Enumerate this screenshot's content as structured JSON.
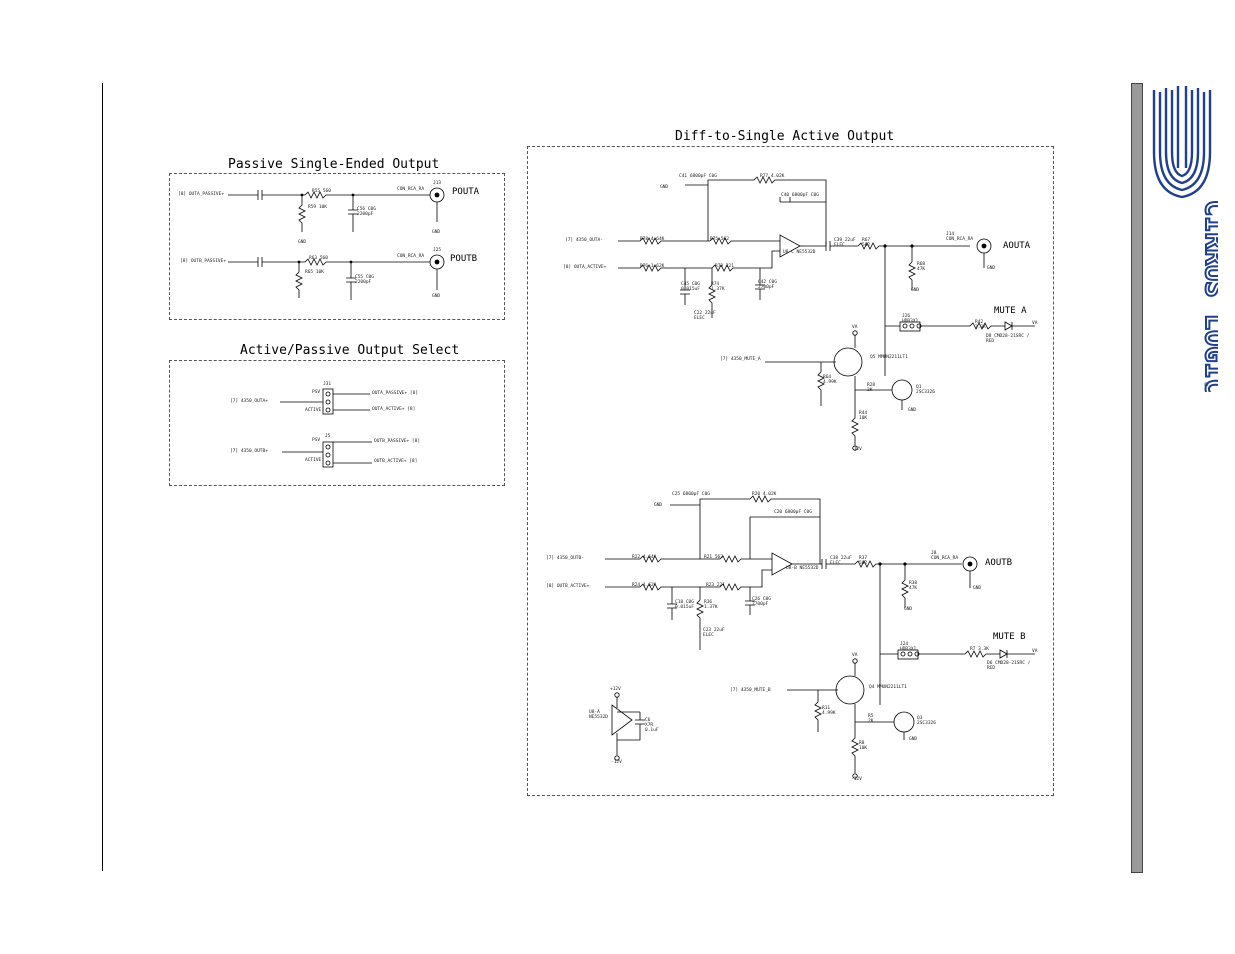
{
  "titles": {
    "passive": "Passive Single-Ended Output",
    "select": "Active/Passive Output Select",
    "active": "Diff-to-Single Active Output"
  },
  "connectors": {
    "pouta": "POUTA",
    "poutb": "POUTB",
    "aouta": "AOUTA",
    "aoutb": "AOUTB",
    "mute_a": "MUTE A",
    "mute_b": "MUTE B"
  },
  "passive_a": {
    "net_in": "[8] OUTA_PASSIVE+",
    "resistor": "R55 560",
    "shunt_r": "R59 10K",
    "cap": "C56 C0G 2200pF",
    "jack": "J13",
    "jack_type": "CON_RCA_RA",
    "gnd": "GND"
  },
  "passive_b": {
    "net_in": "[8] OUTB_PASSIVE+",
    "resistor": "R63 560",
    "shunt_r": "R65 10K",
    "cap": "C55 C0G 2200pF",
    "jack": "J25",
    "jack_type": "CON_RCA_RA",
    "gnd": "GND"
  },
  "select_a": {
    "net_in": "[7] 4350_OUTA+",
    "header": "J31",
    "pas": "PSV",
    "act": "ACTIVE",
    "out_p": "OUTA_PASSIVE+ [8]",
    "out_a": "OUTA_ACTIVE+ [8]"
  },
  "select_b": {
    "net_in": "[7] 4350_OUTB+",
    "header": "J5",
    "pas": "PSV",
    "act": "ACTIVE",
    "out_p": "OUTB_PASSIVE+ [8]",
    "out_a": "OUTB_ACTIVE+ [8]"
  },
  "active_a": {
    "in_minus": "[7] 4350_OUTA-",
    "in_plus": "[8] OUTA_ACTIVE+",
    "mute_net": "[7] 4350_MUTE_A",
    "opamp": "U8-C NE5532D",
    "c41": "C41 6800pF C0G",
    "r77": "R77 4.02K",
    "c40": "C40 6800pF C0G",
    "r78": "R78 4.64K",
    "r75": "R75 562",
    "r76": "R76 1.62K",
    "r73": "R73 221",
    "c39": "C39 22uF ELEC",
    "r67": "R67 562",
    "r68": "R68 47K",
    "c45": "C45 C0G 0.015uF",
    "r74": "R74 1.37K",
    "c42": "C42 C0G 2700pF",
    "c22": "C22 22uF ELEC",
    "jack": "J14 CON_RCA_RA",
    "header": "J26 HDR3X1",
    "q5": "Q5 MMUN2211LT1",
    "r64": "R64 4.99K",
    "r28": "R28 2K",
    "q1": "Q1 2SC3326",
    "r44": "R44 10K",
    "r42": "R42 3.3K",
    "led": "D8 CMD28-21SRC / RED",
    "va": "VA",
    "neg12": "-12V",
    "gnd": "GND"
  },
  "active_b": {
    "in_minus": "[7] 4350_OUTB-",
    "in_plus": "[8] OUTB_ACTIVE+",
    "mute_net": "[7] 4350_MUTE_B",
    "opamp": "U8-B NE5532D",
    "c25": "C25 6800pF C0G",
    "r20": "R20 4.02K",
    "c20": "C20 6800pF C0G",
    "r22": "R22 4.64K",
    "r21": "R21 562",
    "r24": "R24 1.62K",
    "r23": "R23 221",
    "c38": "C38 22uF ELEC",
    "r37": "R37 562",
    "r38": "R38 47K",
    "c18": "C18 C0G 0.015uF",
    "r36": "R36 1.37K",
    "c26": "C26 C0G 2700pF",
    "c23": "C23 22uF ELEC",
    "jack": "J8 CON_RCA_RA",
    "header": "J24 HDR3X1",
    "q4": "Q4 MMUN2211LT1",
    "r11": "R11 4.99K",
    "r5": "R5 2K",
    "q3": "Q3 2SC3326",
    "r8": "R8 10K",
    "r7": "R7 3.3K",
    "led": "D6 CMD28-21SRC / RED",
    "va": "VA",
    "neg12": "-12V",
    "gnd": "GND"
  },
  "power_unit": {
    "opamp": "U8-A NE5532D",
    "cap": "C6 X7R 0.1uF",
    "pos": "+12V",
    "neg": "-12V"
  },
  "logo": {
    "text": "CIRRUS LOGIC",
    "reg": "®",
    "color": "#1f3f8f"
  }
}
